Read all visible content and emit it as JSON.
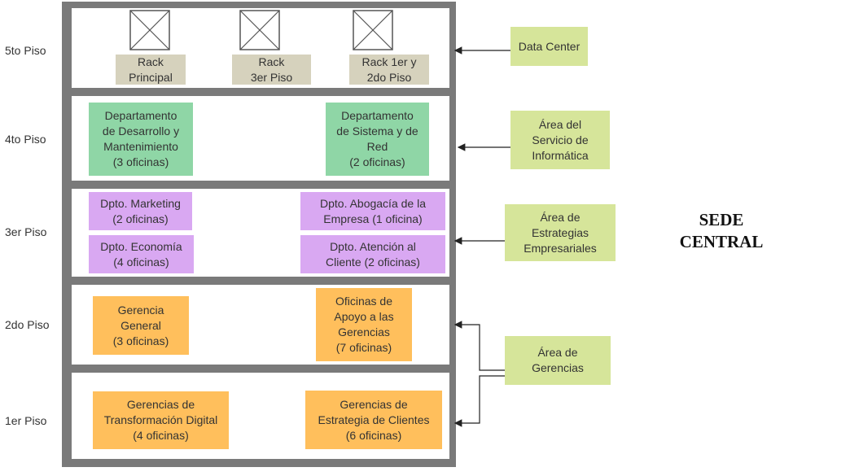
{
  "title": "SEDE\nCENTRAL",
  "floors": [
    {
      "label": "5to Piso"
    },
    {
      "label": "4to Piso"
    },
    {
      "label": "3er Piso"
    },
    {
      "label": "2do Piso"
    },
    {
      "label": "1er Piso"
    }
  ],
  "racks": [
    {
      "label": "Rack\nPrincipal"
    },
    {
      "label": "Rack\n3er Piso"
    },
    {
      "label": "Rack 1er y\n2do Piso"
    }
  ],
  "departments": {
    "desarrollo": "Departamento\nde Desarrollo y\nMantenimiento\n(3 oficinas)",
    "sistema_red": "Departamento\nde Sistema y de\nRed\n(2 oficinas)",
    "marketing": "Dpto. Marketing\n(2 oficinas)",
    "abogacia": "Dpto. Abogacía de la\nEmpresa (1 oficina)",
    "economia": "Dpto. Economía\n(4 oficinas)",
    "atencion": "Dpto. Atención al\nCliente (2 oficinas)",
    "gerencia_general": "Gerencia\nGeneral\n(3 oficinas)",
    "apoyo": "Oficinas de\nApoyo a las\nGerencias\n(7 oficinas)",
    "transformacion": "Gerencias de\nTransformación Digital\n(4 oficinas)",
    "estrategia_clientes": "Gerencias de\nEstrategia de Clientes\n(6 oficinas)"
  },
  "areas": {
    "data_center": "Data Center",
    "informatica": "Área del\nServicio de\nInformática",
    "estrategias": "Área de\nEstrategias\nEmpresariales",
    "gerencias": "Área de\nGerencias"
  },
  "colors": {
    "building": "#7a7a7a",
    "green": "#8fd6a6",
    "purple": "#d9a8f2",
    "orange": "#ffbf5c",
    "rack": "#d6d2bd",
    "area": "#d6e59a"
  }
}
